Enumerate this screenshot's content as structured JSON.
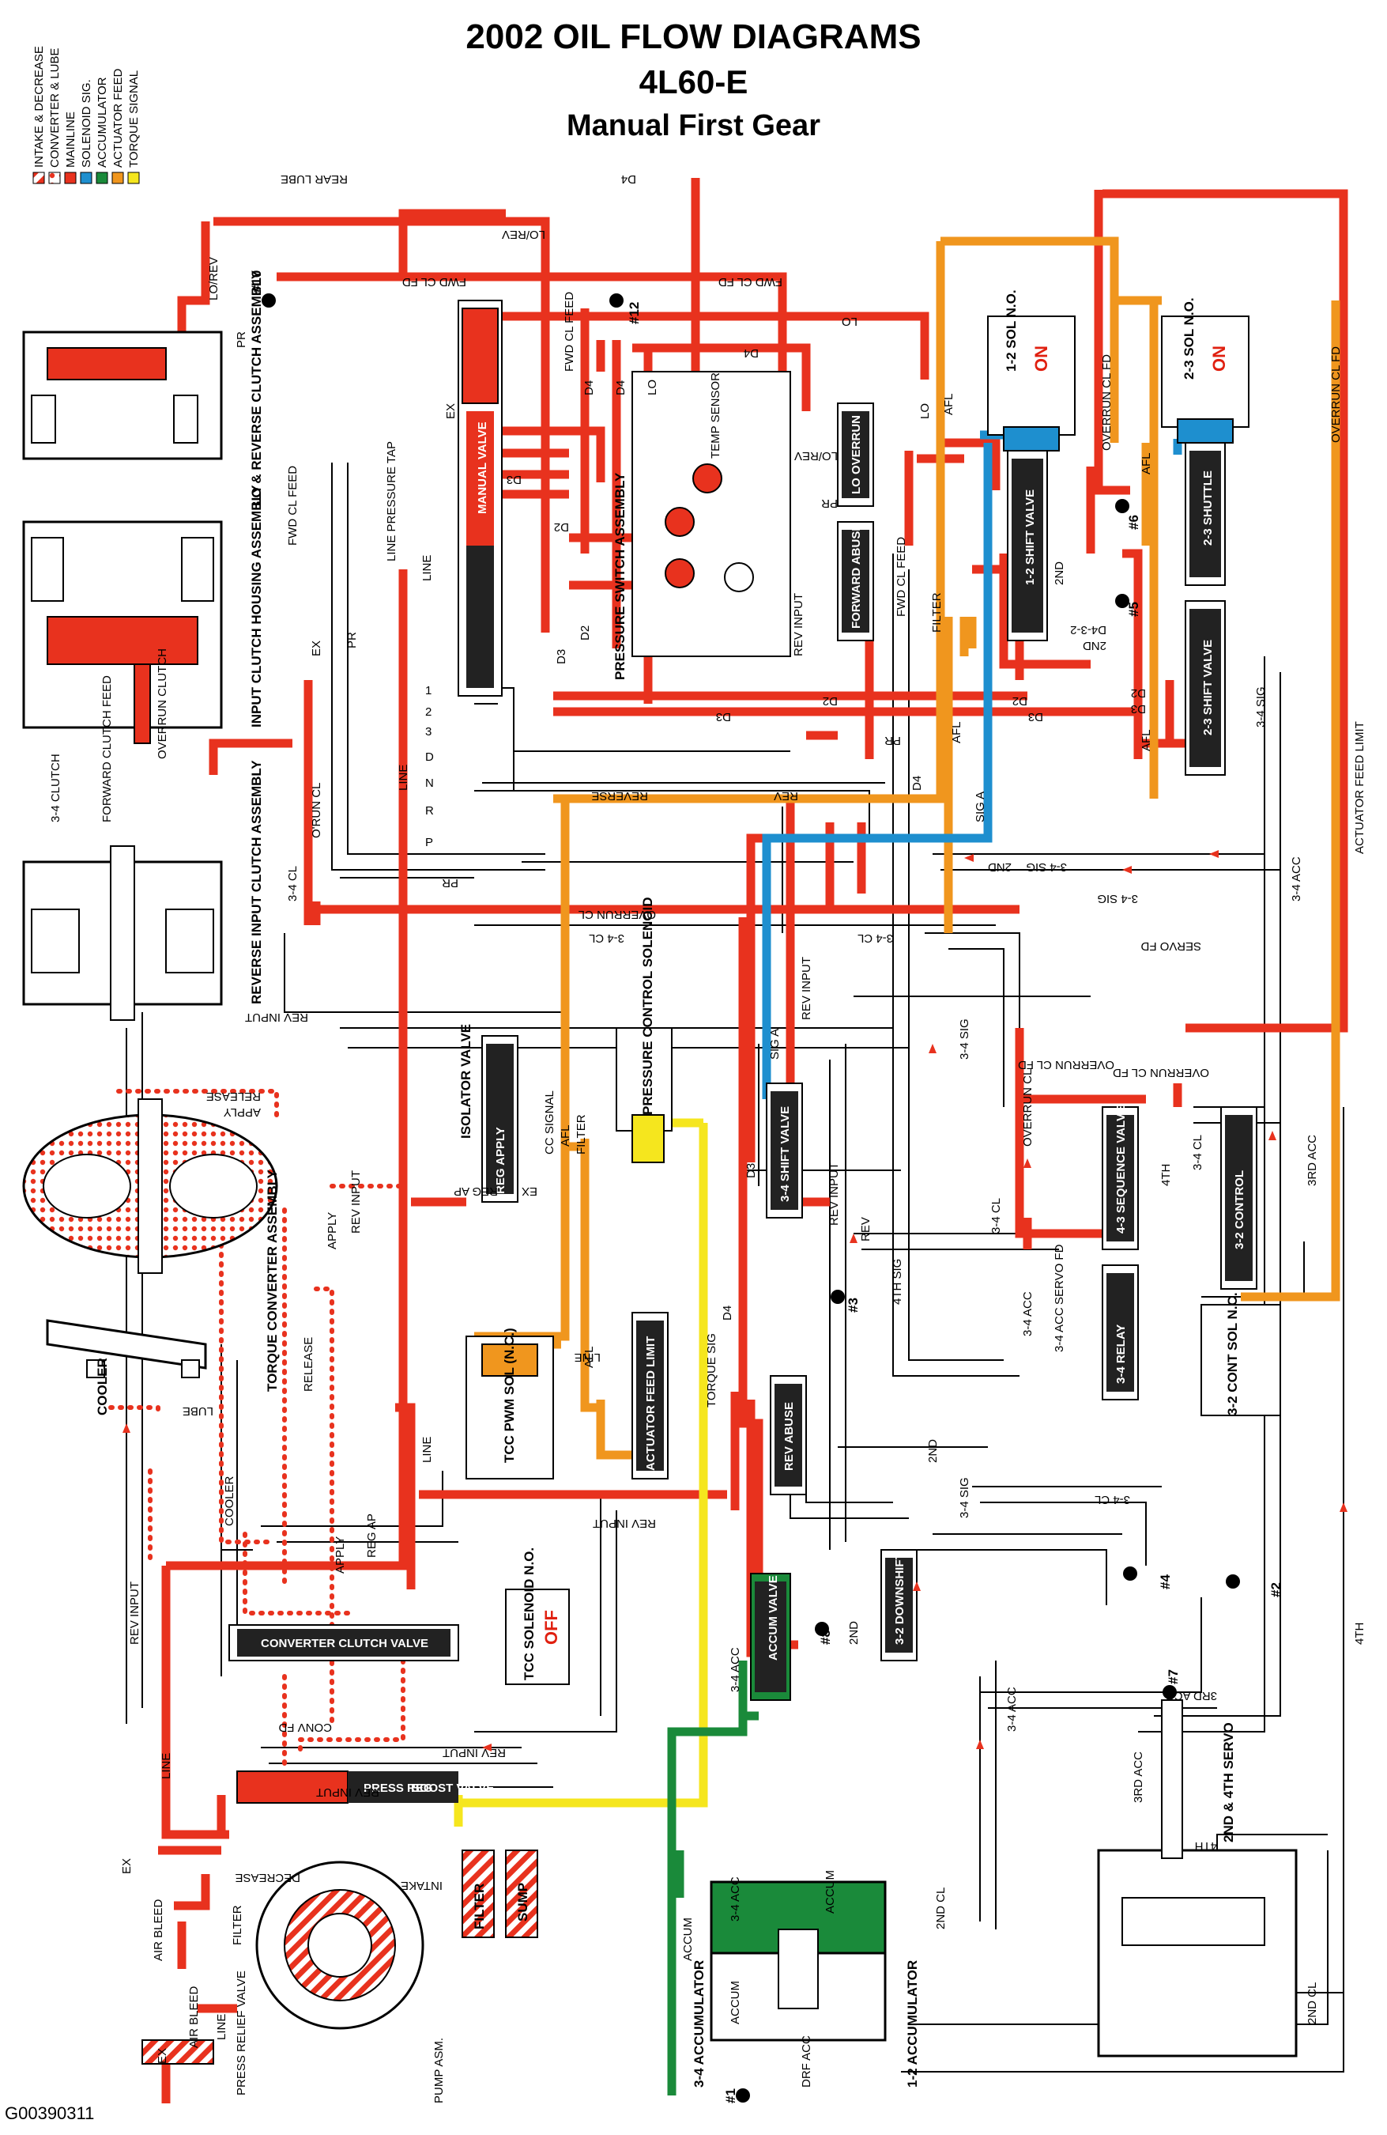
{
  "title": {
    "line1": "2002 OIL FLOW DIAGRAMS",
    "line2": "4L60-E",
    "line3": "Manual First Gear"
  },
  "legend": [
    {
      "label": "INTAKE & DECREASE",
      "swatch": "intake"
    },
    {
      "label": "CONVERTER & LUBE",
      "swatch": "converter"
    },
    {
      "label": "MAINLINE",
      "swatch": "#e8321e"
    },
    {
      "label": "SOLENOID SIG.",
      "swatch": "#1e8fcf"
    },
    {
      "label": "ACCUMULATOR",
      "swatch": "#1a8a3a"
    },
    {
      "label": "ACTUATOR FEED",
      "swatch": "#f0961e"
    },
    {
      "label": "TORQUE SIGNAL",
      "swatch": "#f5e61e"
    }
  ],
  "colors": {
    "mainline": "#e8321e",
    "solenoid": "#1e8fcf",
    "accumulator": "#1a8a3a",
    "actuator": "#f0961e",
    "torque": "#f5e61e",
    "exhaust": "#ffffff"
  },
  "assemblies": {
    "lo_rev": "LO & REVERSE CLUTCH ASSEMBLY",
    "input": "INPUT CLUTCH HOUSING ASSEMBLY",
    "reverse_input": "REVERSE INPUT CLUTCH ASSEMBLY",
    "torque_converter": "TORQUE CONVERTER ASSEMBLY",
    "cooler": "COOLER",
    "pump": "PUMP ASM.",
    "filter": "FILTER",
    "sump": "SUMP",
    "servo": "2ND & 4TH SERVO",
    "acc_34": "3-4 ACCUMULATOR",
    "acc_12": "1-2 ACCUMULATOR",
    "pressure_switch": "PRESSURE SWITCH ASSEMBLY",
    "temp_sensor": "TEMP SENSOR"
  },
  "valves": {
    "manual": "MANUAL VALVE",
    "isolator": "ISOLATOR VALVE",
    "reg_apply": "REG APPLY",
    "pcs": "PRESSURE CONTROL SOLENOID",
    "tcc_pwm": "TCC PWM SOL (N.C.)",
    "actuator_limit": "ACTUATOR FEED LIMIT",
    "shift_34": "3-4 SHIFT VALVE",
    "rev_abuse": "REV ABUSE",
    "lo_overrun": "LO OVERRUN",
    "fwd_abuse": "FORWARD ABUSE",
    "shift_12": "1-2 SHIFT VALVE",
    "sol_12": "1-2 SOL N.O.",
    "sol_12_state": "ON",
    "sol_23": "2-3 SOL N.O.",
    "sol_23_state": "ON",
    "shuttle_23": "2-3 SHUTTLE",
    "shift_23": "2-3 SHIFT VALVE",
    "seq_43": "4-3 SEQUENCE VALVE",
    "relay_34": "3-4 RELAY",
    "control_32": "3-2 CONTROL",
    "sol_32": "3-2 CONT SOL N.C.",
    "downshift_32": "3-2 DOWNSHIFT",
    "accum_valve": "ACCUM VALVE",
    "ccv": "CONVERTER CLUTCH VALVE",
    "tcc_sol": "TCC SOLENOID N.O.",
    "tcc_sol_state": "OFF",
    "press_reg": "PRESS REG",
    "boost": "BOOST VALVE",
    "press_relief": "PRESS RELIEF VALVE"
  },
  "circuits": {
    "rear_lube": "REAR LUBE",
    "d4": "D4",
    "lo_rev": "LO/REV",
    "fwd_cl_fd": "FWD CL FD",
    "lo": "LO",
    "pr": "PR",
    "fwd_cl_feed": "FWD CL FEED",
    "line": "LINE",
    "line_pressure_tap": "LINE PRESSURE TAP",
    "d3": "D3",
    "d2": "D2",
    "overrun_clutch": "OVERRUN CLUTCH",
    "forward_clutch_feed": "FORWARD CLUTCH FEED",
    "clutch_34": "3-4 CLUTCH",
    "orun_cl": "O'RUN CL",
    "reverse": "REVERSE",
    "rev": "REV",
    "cl_34": "3-4 CL",
    "overrun_cl": "OVERRUN CL",
    "rev_input": "REV INPUT",
    "release": "RELEASE",
    "apply": "APPLY",
    "cc_signal": "CC SIGNAL",
    "afl": "AFL",
    "sig_a": "SIG A",
    "second": "2ND",
    "sig_34": "3-4 SIG",
    "servo_fd": "SERVO FD",
    "overrun_cl_fd": "OVERRUN CL FD",
    "actuator_feed_limit": "ACTUATOR FEED LIMIT",
    "acc_34": "3-4 ACC",
    "acc_3rd": "3RD ACC",
    "fourth": "4TH",
    "fourth_sig": "4TH SIG",
    "torque_sig": "TORQUE SIG",
    "cooler": "COOLER",
    "lube": "LUBE",
    "reg_ap": "REG AP",
    "conv_fd": "CONV FD",
    "decrease": "DECREASE",
    "intake": "INTAKE",
    "accum": "ACCUM",
    "second_cl": "2ND CL",
    "drf_acc": "DRF ACC",
    "air_bleed": "AIR BLEED",
    "filter": "FILTER",
    "ex": "EX",
    "d432": "D4-3-2"
  },
  "checkballs": {
    "b1": "#1",
    "b2": "#2",
    "b3": "#3",
    "b4": "#4",
    "b5": "#5",
    "b6": "#6",
    "b7": "#7",
    "b8": "#8",
    "b10": "#10",
    "b12": "#12"
  },
  "ranges": [
    "P",
    "R",
    "N",
    "D",
    "3",
    "2",
    "1"
  ],
  "figure_code": "G00390311"
}
